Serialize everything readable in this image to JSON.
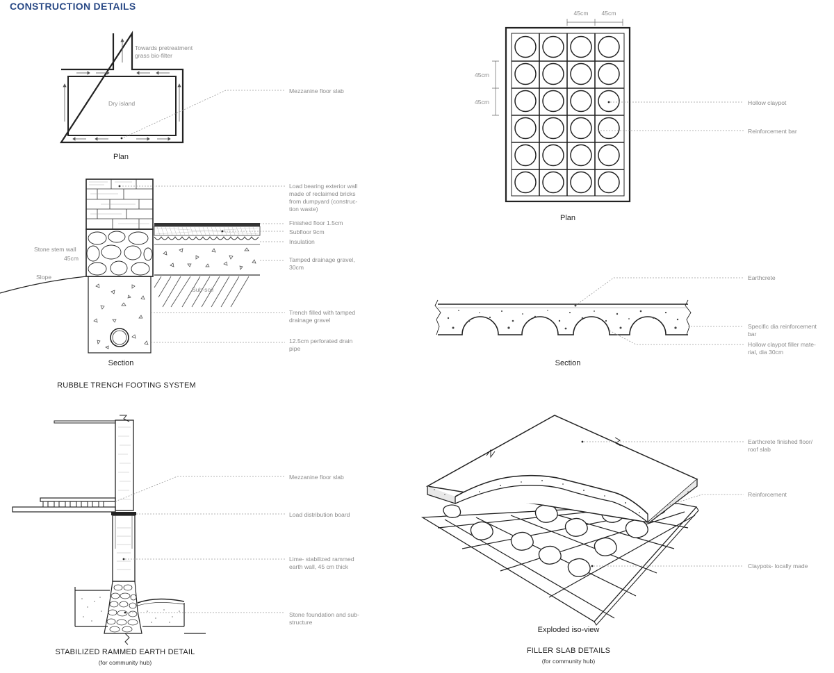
{
  "page_title": "CONSTRUCTION DETAILS",
  "rubble": {
    "plan": {
      "caption": "Plan",
      "island_label": "Dry island",
      "note_top_1": "Towards pretreatment",
      "note_top_2": "grass bio-filter",
      "callout_1": "Mezzanine floor slab"
    },
    "section": {
      "caption": "Section",
      "stone_wall_1": "Stone stem wall",
      "stone_wall_2": "45cm",
      "slope": "Slope",
      "subsoil": "Sub-soil",
      "callouts": [
        [
          "Load bearing exterior wall",
          "made of reclaimed bricks",
          "from dumpyard (construc-",
          "tion waste)"
        ],
        [
          "Finished floor 1.5cm"
        ],
        [
          "Subfloor 9cm"
        ],
        [
          "Insulation"
        ],
        [
          "Tamped drainage gravel,",
          "30cm"
        ],
        [
          "Trench filled with tamped",
          "drainage gravel"
        ],
        [
          "12.5cm perforated drain",
          "pipe"
        ]
      ]
    },
    "heading": "RUBBLE TRENCH FOOTING SYSTEM"
  },
  "rammed": {
    "heading": "STABILIZED RAMMED EARTH DETAIL",
    "sub": "(for community hub)",
    "callouts": [
      [
        "Mezzanine floor slab"
      ],
      [
        "Load distribution board"
      ],
      [
        "Lime- stabilized rammed",
        "earth wall, 45 cm thick"
      ],
      [
        "Stone foundation and sub-",
        "structure"
      ]
    ]
  },
  "filler_plan": {
    "caption": "Plan",
    "dim_top_1": "45cm",
    "dim_top_2": "45cm",
    "dim_left_1": "45cm",
    "dim_left_2": "45cm",
    "callout_1": "Hollow claypot",
    "callout_2": "Reinforcement bar"
  },
  "filler_section": {
    "caption": "Section",
    "callouts": [
      [
        "Earthcrete"
      ],
      [
        "Specific dia reinforcement",
        "bar"
      ],
      [
        "Hollow claypot filler mate-",
        "rial, dia 30cm"
      ]
    ]
  },
  "filler_iso": {
    "caption": "Exploded iso-view",
    "callouts": [
      [
        "Earthcrete finished floor/",
        "roof slab"
      ],
      [
        "Reinforcement"
      ],
      [
        "Claypots- locally made"
      ]
    ]
  },
  "filler_heading": "FILLER SLAB DETAILS",
  "filler_sub": "(for community hub)"
}
